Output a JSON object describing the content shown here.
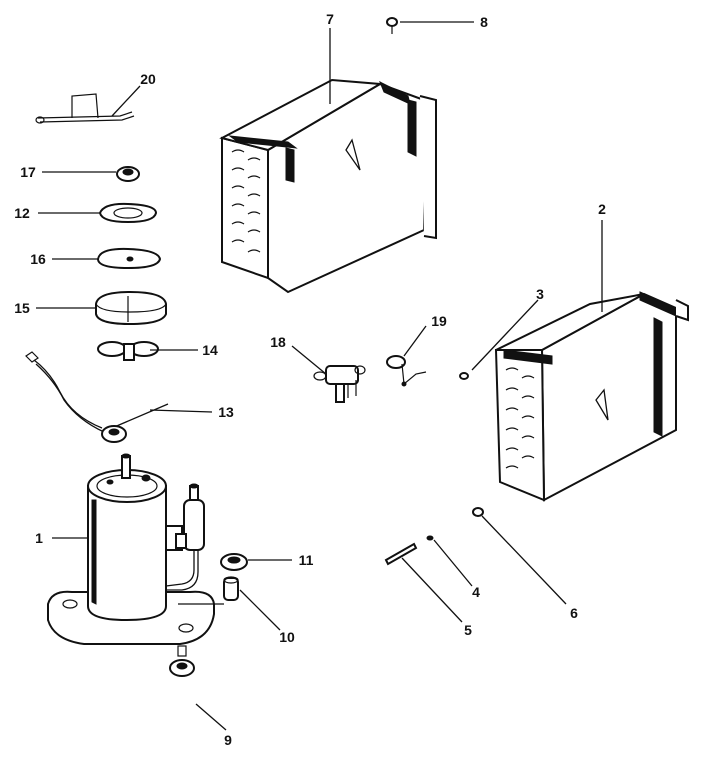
{
  "diagram": {
    "callouts": [
      {
        "id": "1",
        "text": "1"
      },
      {
        "id": "2",
        "text": "2"
      },
      {
        "id": "3",
        "text": "3"
      },
      {
        "id": "4",
        "text": "4"
      },
      {
        "id": "5",
        "text": "5"
      },
      {
        "id": "6",
        "text": "6"
      },
      {
        "id": "7",
        "text": "7"
      },
      {
        "id": "8",
        "text": "8"
      },
      {
        "id": "9",
        "text": "9"
      },
      {
        "id": "10",
        "text": "10"
      },
      {
        "id": "11",
        "text": "11"
      },
      {
        "id": "12",
        "text": "12"
      },
      {
        "id": "13",
        "text": "13"
      },
      {
        "id": "14",
        "text": "14"
      },
      {
        "id": "15",
        "text": "15"
      },
      {
        "id": "16",
        "text": "16"
      },
      {
        "id": "17",
        "text": "17"
      },
      {
        "id": "18",
        "text": "18"
      },
      {
        "id": "19",
        "text": "19"
      },
      {
        "id": "20",
        "text": "20"
      }
    ]
  }
}
